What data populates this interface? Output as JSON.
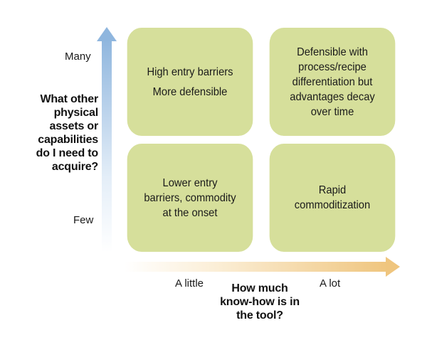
{
  "quadrants": {
    "top_left": {
      "line1": "High entry barriers",
      "line2": "More defensible"
    },
    "top_right": [
      "Defensible with",
      "process/recipe",
      "differentiation but",
      "advantages decay",
      "over time"
    ],
    "bottom_left": [
      "Lower entry",
      "barriers, commodity",
      "at the onset"
    ],
    "bottom_right": [
      "Rapid",
      "commoditization"
    ]
  },
  "y_axis": {
    "high_label": "Many",
    "low_label": "Few",
    "title_lines": [
      "What other",
      "physical",
      "assets or",
      "capabilities",
      "do I need to",
      "acquire?"
    ]
  },
  "x_axis": {
    "low_label": "A little",
    "high_label": "A lot",
    "title_lines": [
      "How much",
      "know-how is in",
      "the tool?"
    ]
  },
  "colors": {
    "quadrant_fill": "#d6df9b",
    "y_arrow": "#9bbde0",
    "x_arrow": "#f0cc8a"
  }
}
